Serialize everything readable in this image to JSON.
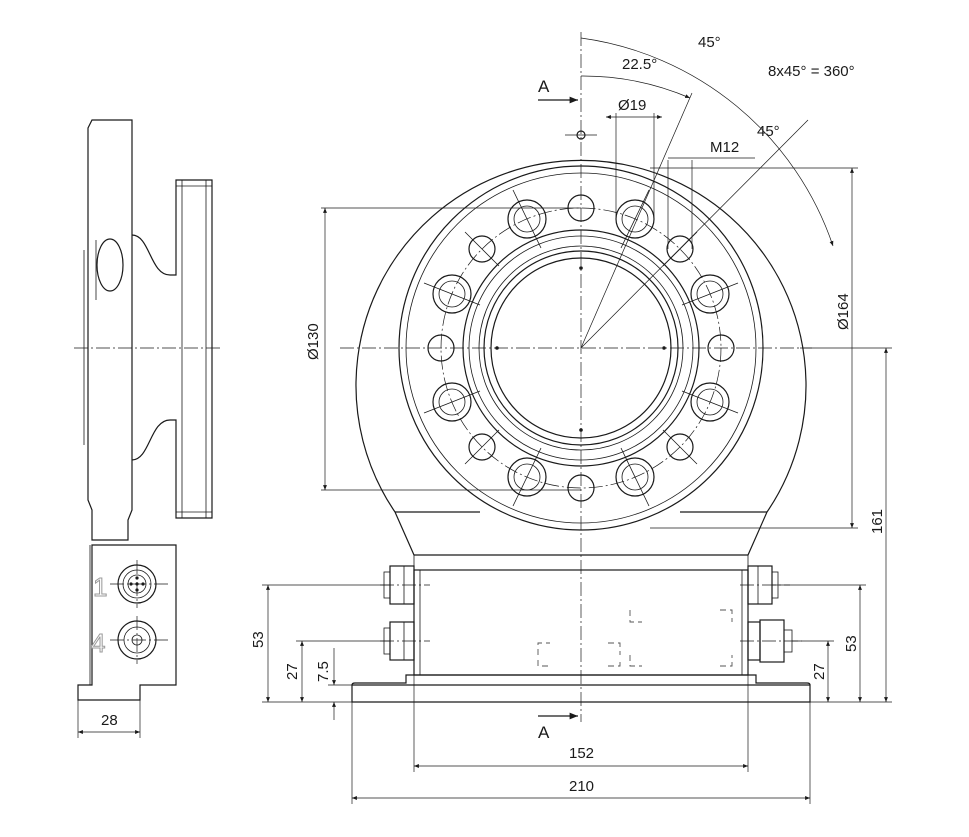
{
  "dimensions": {
    "angle_total": "45°",
    "angle_half": "22.5°",
    "pattern": "8x45° = 360°",
    "angle_hole": "45°",
    "hole_diameter": "Ø19",
    "thread": "M12",
    "bolt_circle_130": "Ø130",
    "bolt_circle_164": "Ø164",
    "height_161": "161",
    "height_53_left": "53",
    "height_27_left": "27",
    "height_7_5": "7.5",
    "height_53_right": "53",
    "height_27_right": "27",
    "width_152": "152",
    "width_210": "210",
    "width_28": "28"
  },
  "section": {
    "label_top": "A",
    "label_bottom": "A"
  },
  "connectors": {
    "pin1": "1",
    "pin4": "4"
  }
}
